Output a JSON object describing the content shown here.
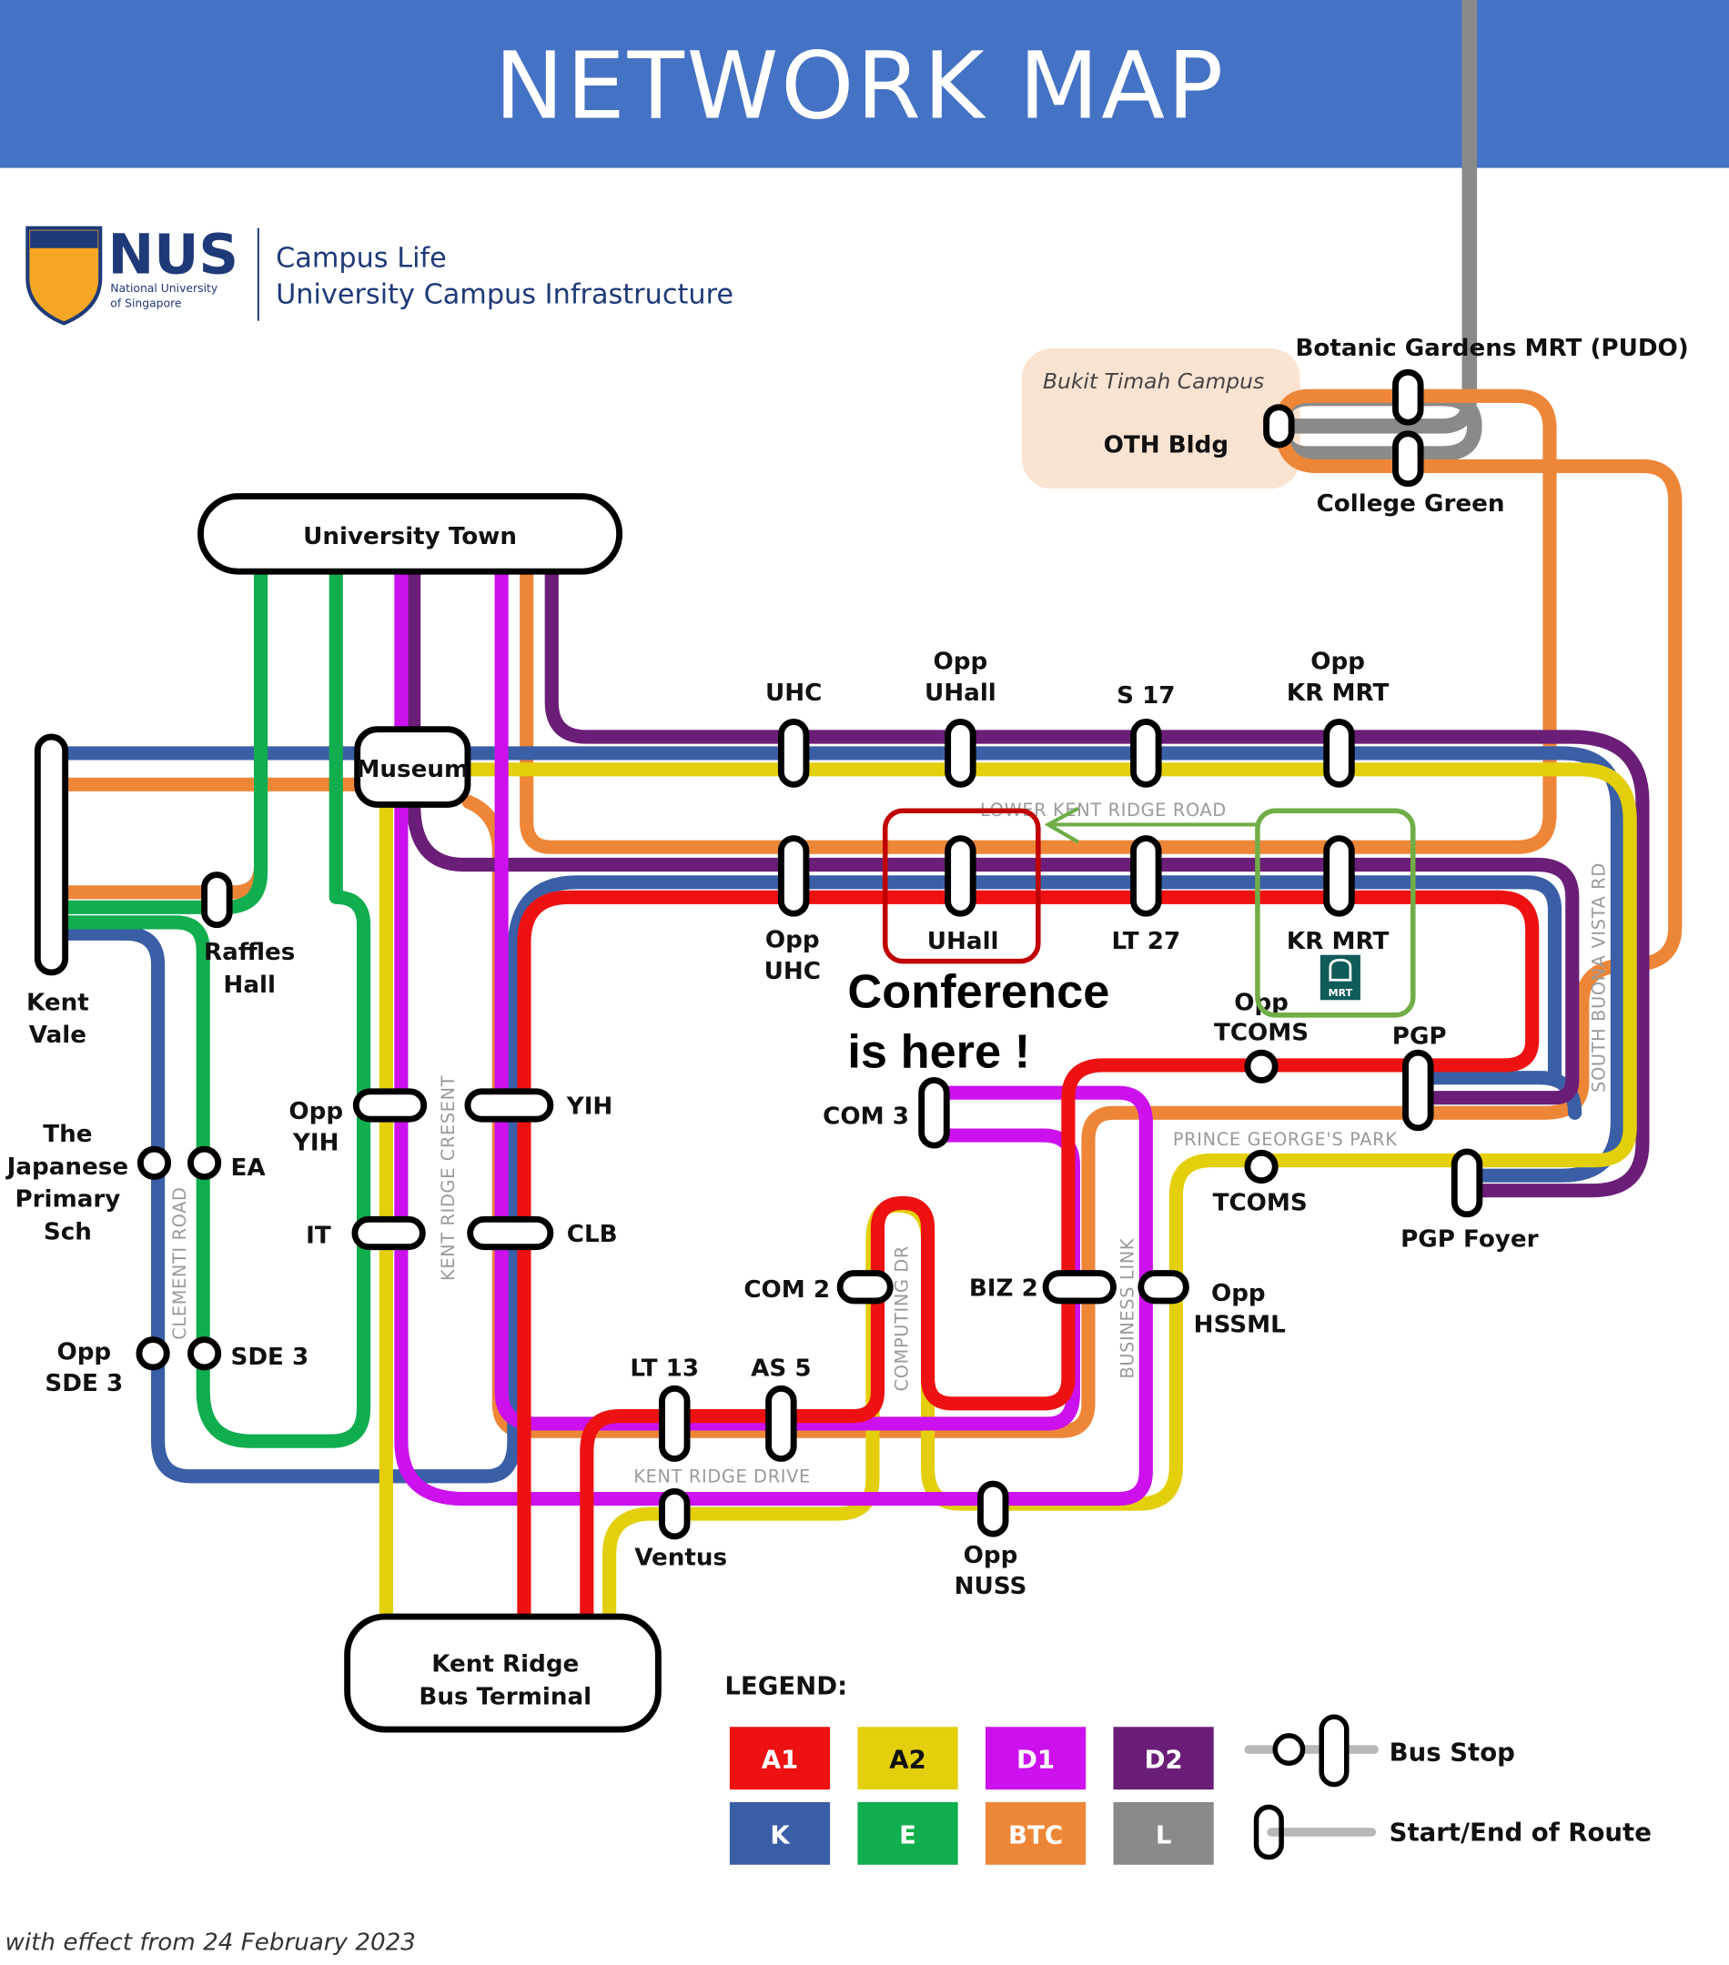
{
  "header": {
    "title": "NETWORK MAP",
    "color": "#4472c4"
  },
  "logo": {
    "brand": "NUS",
    "brand_sub_1": "National University",
    "brand_sub_2": "of Singapore",
    "dept_line_1": "Campus Life",
    "dept_line_2": "University Campus Infrastructure"
  },
  "routes": {
    "A1": {
      "label": "A1",
      "color": "#ee1111",
      "text_color": "#ffffff"
    },
    "A2": {
      "label": "A2",
      "color": "#e3cf0b",
      "text_color": "#111111"
    },
    "D1": {
      "label": "D1",
      "color": "#cc11ee",
      "text_color": "#ffffff"
    },
    "D2": {
      "label": "D2",
      "color": "#6b1e78",
      "text_color": "#ffffff"
    },
    "K": {
      "label": "K",
      "color": "#3a5fa6",
      "text_color": "#ffffff"
    },
    "E": {
      "label": "E",
      "color": "#10ae4e",
      "text_color": "#ffffff"
    },
    "BTC": {
      "label": "BTC",
      "color": "#ee8638",
      "text_color": "#ffffff"
    },
    "L": {
      "label": "L",
      "color": "#8a8a8a",
      "text_color": "#ffffff"
    }
  },
  "hubs": {
    "university_town": "University Town",
    "museum": "Museum",
    "kent_ridge_terminal_1": "Kent Ridge",
    "kent_ridge_terminal_2": "Bus Terminal",
    "bukit_timah_campus": "Bukit Timah Campus",
    "oth_bldg": "OTH Bldg"
  },
  "stops": {
    "botanic_gardens": "Botanic Gardens MRT (PUDO)",
    "college_green": "College Green",
    "kent_vale_1": "Kent",
    "kent_vale_2": "Vale",
    "raffles_hall_1": "Raffles",
    "raffles_hall_2": "Hall",
    "uhc": "UHC",
    "opp_uhall_1": "Opp",
    "opp_uhall_2": "UHall",
    "s17": "S 17",
    "opp_kr_mrt_1": "Opp",
    "opp_kr_mrt_2": "KR MRT",
    "opp_uhc_1": "Opp",
    "opp_uhc_2": "UHC",
    "uhall": "UHall",
    "lt27": "LT 27",
    "kr_mrt": "KR MRT",
    "opp_tcoms_1": "Opp",
    "opp_tcoms_2": "TCOMS",
    "pgp": "PGP",
    "tcoms": "TCOMS",
    "pgp_foyer": "PGP Foyer",
    "com3": "COM 3",
    "opp_yih_1": "Opp",
    "opp_yih_2": "YIH",
    "yih": "YIH",
    "it": "IT",
    "clb": "CLB",
    "jap_1": "The",
    "jap_2": "Japanese",
    "jap_3": "Primary",
    "jap_4": "Sch",
    "ea": "EA",
    "opp_sde3_1": "Opp",
    "opp_sde3_2": "SDE 3",
    "sde3": "SDE 3",
    "com2": "COM 2",
    "biz2": "BIZ 2",
    "opp_hssml_1": "Opp",
    "opp_hssml_2": "HSSML",
    "lt13": "LT 13",
    "as5": "AS 5",
    "ventus": "Ventus",
    "opp_nuss_1": "Opp",
    "opp_nuss_2": "NUSS",
    "mrt_badge": "MRT"
  },
  "roads": {
    "lower_kent_ridge": "LOWER KENT RIDGE ROAD",
    "south_buona_vista": "SOUTH BUONA VISTA RD",
    "prince_georges_park": "PRINCE GEORGE'S PARK",
    "kent_ridge_cresent": "KENT RIDGE CRESENT",
    "clementi_road": "CLEMENTI ROAD",
    "computing_dr": "COMPUTING DR",
    "business_link": "BUSINESS LINK",
    "kent_ridge_drive": "KENT RIDGE DRIVE"
  },
  "annotation": {
    "line_1": "Conference",
    "line_2": "is here !",
    "highlight_color": "#c00000",
    "origin_color": "#70ad47"
  },
  "legend": {
    "title": "LEGEND:",
    "order": [
      "A1",
      "A2",
      "D1",
      "D2",
      "K",
      "E",
      "BTC",
      "L"
    ],
    "bus_stop": "Bus Stop",
    "start_end": "Start/End of Route"
  },
  "footer": "with effect from 24 February 2023"
}
